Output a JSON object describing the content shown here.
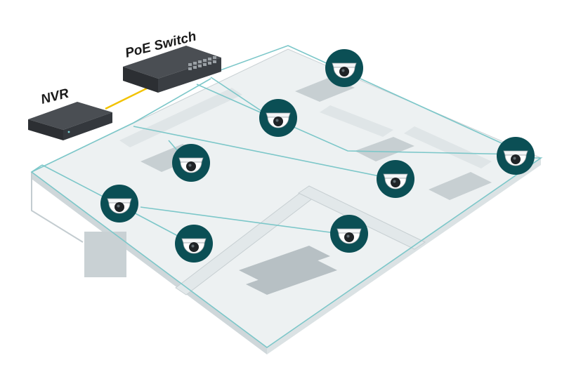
{
  "labels": {
    "nvr": "NVR",
    "poe_switch": "PoE Switch"
  },
  "colors": {
    "network_line": "#7cc7c9",
    "camera_ring": "#0b4f55",
    "nvr_link": "#f2c200",
    "device_body": "#2c2f33",
    "floor": "#e9edee",
    "wall": "#d9dfe1"
  },
  "cameras": [
    {
      "id": "cam-1",
      "icon": "dome-camera-icon"
    },
    {
      "id": "cam-2",
      "icon": "dome-camera-icon"
    },
    {
      "id": "cam-3",
      "icon": "dome-camera-icon"
    },
    {
      "id": "cam-4",
      "icon": "dome-camera-icon"
    },
    {
      "id": "cam-5",
      "icon": "dome-camera-icon"
    },
    {
      "id": "cam-6",
      "icon": "dome-camera-icon"
    },
    {
      "id": "cam-7",
      "icon": "dome-camera-icon"
    },
    {
      "id": "cam-8",
      "icon": "dome-camera-icon"
    }
  ]
}
